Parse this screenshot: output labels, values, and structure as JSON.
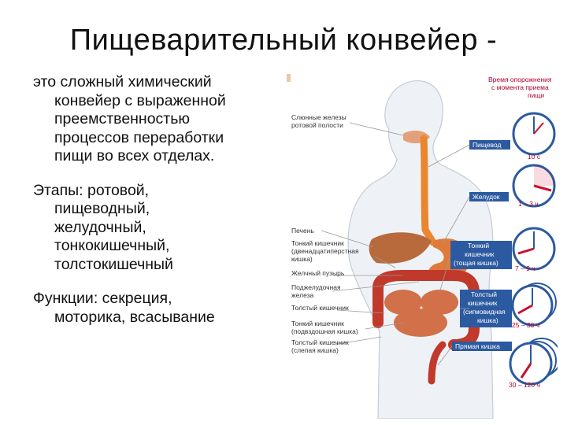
{
  "slide": {
    "title": "Пищеварительный конвейер -",
    "paragraphs": [
      {
        "first": "это сложный химический",
        "rest": [
          "конвейер с выраженной",
          "преемственностью",
          "процессов переработки",
          "пищи во всех отделах."
        ]
      },
      {
        "first": "Этапы: ротовой,",
        "rest": [
          "пищеводный,",
          "желудочный,",
          "тонкокишечный,",
          "толстокишечный"
        ]
      },
      {
        "first": "Функции: секреция,",
        "rest": [
          "моторика, всасывание"
        ]
      }
    ]
  },
  "figure": {
    "header": [
      "Время опорожнения",
      "с момента приема",
      "пищи"
    ],
    "left_labels": {
      "saliva1": "Слюнные железы",
      "saliva2": "ротовой полости",
      "liver": "Печень",
      "duod1": "Тонкий кишечник",
      "duod2": "(двенадцатиперстная",
      "duod3": "кишка)",
      "gall": "Желчный пузырь",
      "panc1": "Поджелудочная",
      "panc2": "железа",
      "colon": "Толстый кишечник",
      "ileum1": "Тонкий кишечник",
      "ileum2": "(подвздошная кишка)",
      "caecum1": "Толстый кишечник",
      "caecum2": "(слепая кишка)"
    },
    "right_labels": {
      "esoph": "Пищевод",
      "stomach": "Желудок",
      "jej1": "Тонкий",
      "jej2": "кишечник",
      "jej3": "(тощая кишка)",
      "sig1": "Толстый",
      "sig2": "кишечник",
      "sig3": "(сигмовидная",
      "sig4": "кишка)",
      "rect": "Прямая кишка"
    },
    "times": {
      "t1": "10 с",
      "t2": "1 – 3 ч",
      "t3": "7 – 9 ч",
      "t4": "25 – 30 ч",
      "t5": "30 – 120 ч"
    },
    "colors": {
      "clock": "#2c5aa0",
      "label_bg": "#2c5aa0",
      "organ": "#e9862e",
      "hand": "#c8102e"
    }
  }
}
